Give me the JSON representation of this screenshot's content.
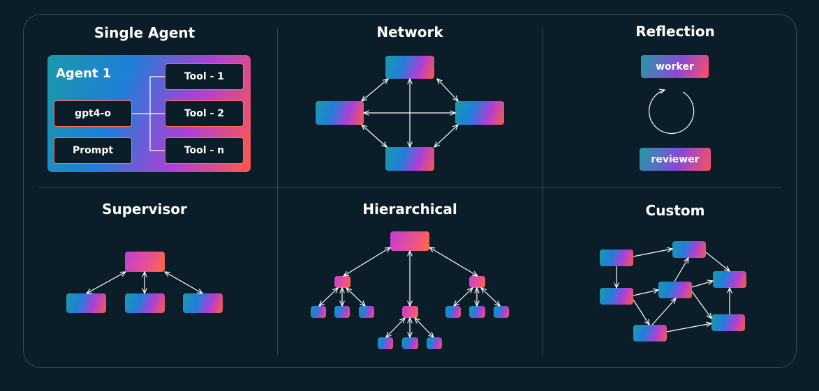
{
  "panels": {
    "single_agent": {
      "title": "Single Agent",
      "agent_label": "Agent 1",
      "model": "gpt4-o",
      "prompt": "Prompt",
      "tools": [
        "Tool - 1",
        "Tool - 2",
        "Tool - n"
      ]
    },
    "network": {
      "title": "Network"
    },
    "reflection": {
      "title": "Reflection",
      "worker": "worker",
      "reviewer": "reviewer"
    },
    "supervisor": {
      "title": "Supervisor"
    },
    "hierarchical": {
      "title": "Hierarchical"
    },
    "custom": {
      "title": "Custom"
    }
  },
  "colors": {
    "background": "#0b1d28",
    "border": "#3a4a55",
    "gradient_teal": "#1b9aaa",
    "gradient_blue": "#1e7fd8",
    "gradient_purple": "#b03fd6",
    "gradient_orange": "#ff5a45",
    "text": "#ffffff"
  }
}
